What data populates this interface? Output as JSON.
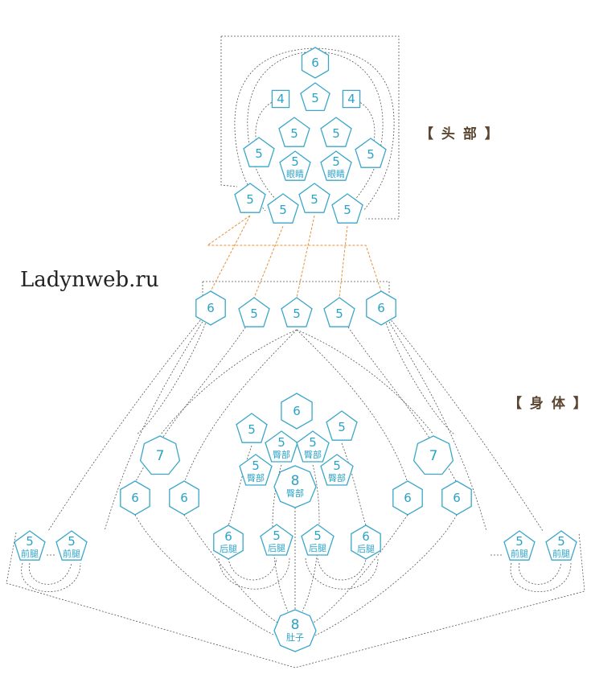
{
  "sections": {
    "head": "【 头 部 】",
    "body": "【 身 体 】"
  },
  "watermark": "Ladynweb.ru",
  "colors": {
    "piece": "#3aa7c9",
    "seam": "#555555",
    "joint": "#e3913a",
    "section_text": "#5a4630"
  },
  "pieces": [
    {
      "id": "head-top",
      "sides": 6,
      "label": "6",
      "part": ""
    },
    {
      "id": "head-l4",
      "sides": 4,
      "label": "4",
      "part": ""
    },
    {
      "id": "head-c5",
      "sides": 5,
      "label": "5",
      "part": ""
    },
    {
      "id": "head-r4",
      "sides": 4,
      "label": "4",
      "part": ""
    },
    {
      "id": "head-ml5",
      "sides": 5,
      "label": "5",
      "part": ""
    },
    {
      "id": "head-mr5",
      "sides": 5,
      "label": "5",
      "part": ""
    },
    {
      "id": "head-fl5",
      "sides": 5,
      "label": "5",
      "part": ""
    },
    {
      "id": "head-eye-l",
      "sides": 5,
      "label": "5",
      "part": "眼睛"
    },
    {
      "id": "head-eye-r",
      "sides": 5,
      "label": "5",
      "part": "眼睛"
    },
    {
      "id": "head-fr5",
      "sides": 5,
      "label": "5",
      "part": ""
    },
    {
      "id": "head-bl5",
      "sides": 5,
      "label": "5",
      "part": ""
    },
    {
      "id": "head-b2-5",
      "sides": 5,
      "label": "5",
      "part": ""
    },
    {
      "id": "head-b3-5",
      "sides": 5,
      "label": "5",
      "part": ""
    },
    {
      "id": "head-b4-5",
      "sides": 5,
      "label": "5",
      "part": ""
    },
    {
      "id": "neck-l6",
      "sides": 6,
      "label": "6",
      "part": ""
    },
    {
      "id": "neck-l5",
      "sides": 5,
      "label": "5",
      "part": ""
    },
    {
      "id": "neck-c5",
      "sides": 5,
      "label": "5",
      "part": ""
    },
    {
      "id": "neck-r5",
      "sides": 5,
      "label": "5",
      "part": ""
    },
    {
      "id": "neck-r6",
      "sides": 6,
      "label": "6",
      "part": ""
    },
    {
      "id": "back-6",
      "sides": 6,
      "label": "6",
      "part": ""
    },
    {
      "id": "back-l5",
      "sides": 5,
      "label": "5",
      "part": ""
    },
    {
      "id": "back-r5",
      "sides": 5,
      "label": "5",
      "part": ""
    },
    {
      "id": "hip-l",
      "sides": 5,
      "label": "5",
      "part": "臀部"
    },
    {
      "id": "hip-r",
      "sides": 5,
      "label": "5",
      "part": "臀部"
    },
    {
      "id": "hip-ll",
      "sides": 5,
      "label": "5",
      "part": "臀部"
    },
    {
      "id": "hip-c8",
      "sides": 8,
      "label": "8",
      "part": "臀部"
    },
    {
      "id": "hip-rr",
      "sides": 5,
      "label": "5",
      "part": "臀部"
    },
    {
      "id": "side-l7",
      "sides": 7,
      "label": "7",
      "part": ""
    },
    {
      "id": "side-r7",
      "sides": 7,
      "label": "7",
      "part": ""
    },
    {
      "id": "side-l6a",
      "sides": 6,
      "label": "6",
      "part": ""
    },
    {
      "id": "side-l6b",
      "sides": 6,
      "label": "6",
      "part": ""
    },
    {
      "id": "side-r6a",
      "sides": 6,
      "label": "6",
      "part": ""
    },
    {
      "id": "side-r6b",
      "sides": 6,
      "label": "6",
      "part": ""
    },
    {
      "id": "hind-1",
      "sides": 6,
      "label": "6",
      "part": "后腿"
    },
    {
      "id": "hind-2",
      "sides": 5,
      "label": "5",
      "part": "后腿"
    },
    {
      "id": "hind-3",
      "sides": 5,
      "label": "5",
      "part": "后腿"
    },
    {
      "id": "hind-4",
      "sides": 6,
      "label": "6",
      "part": "后腿"
    },
    {
      "id": "front-l1",
      "sides": 5,
      "label": "5",
      "part": "前腿"
    },
    {
      "id": "front-l2",
      "sides": 5,
      "label": "5",
      "part": "前腿"
    },
    {
      "id": "front-r1",
      "sides": 5,
      "label": "5",
      "part": "前腿"
    },
    {
      "id": "front-r2",
      "sides": 5,
      "label": "5",
      "part": "前腿"
    },
    {
      "id": "belly",
      "sides": 8,
      "label": "8",
      "part": "肚子"
    }
  ]
}
